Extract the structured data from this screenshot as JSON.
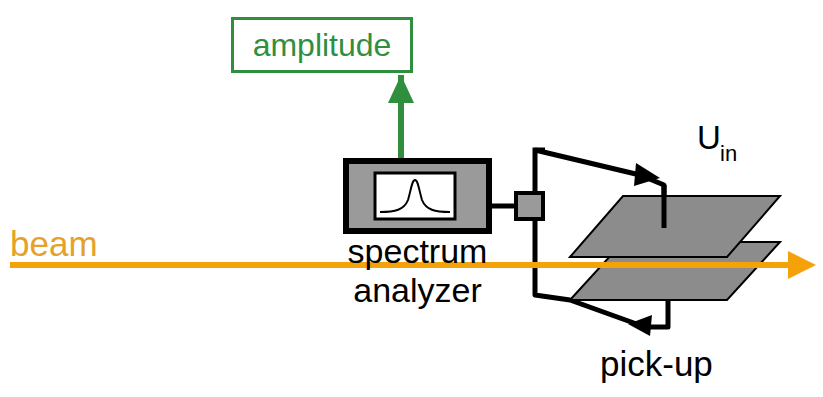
{
  "diagram": {
    "nodes": [
      {
        "text": [
          "amplitude"
        ]
      },
      {
        "text": [
          "spectrum analyzer"
        ]
      }
    ],
    "edges": [
      {
        "from": 1,
        "to": 0,
        "arrow": "to"
      }
    ],
    "labels": [
      "beam",
      "U",
      "in",
      "pick-up"
    ]
  }
}
